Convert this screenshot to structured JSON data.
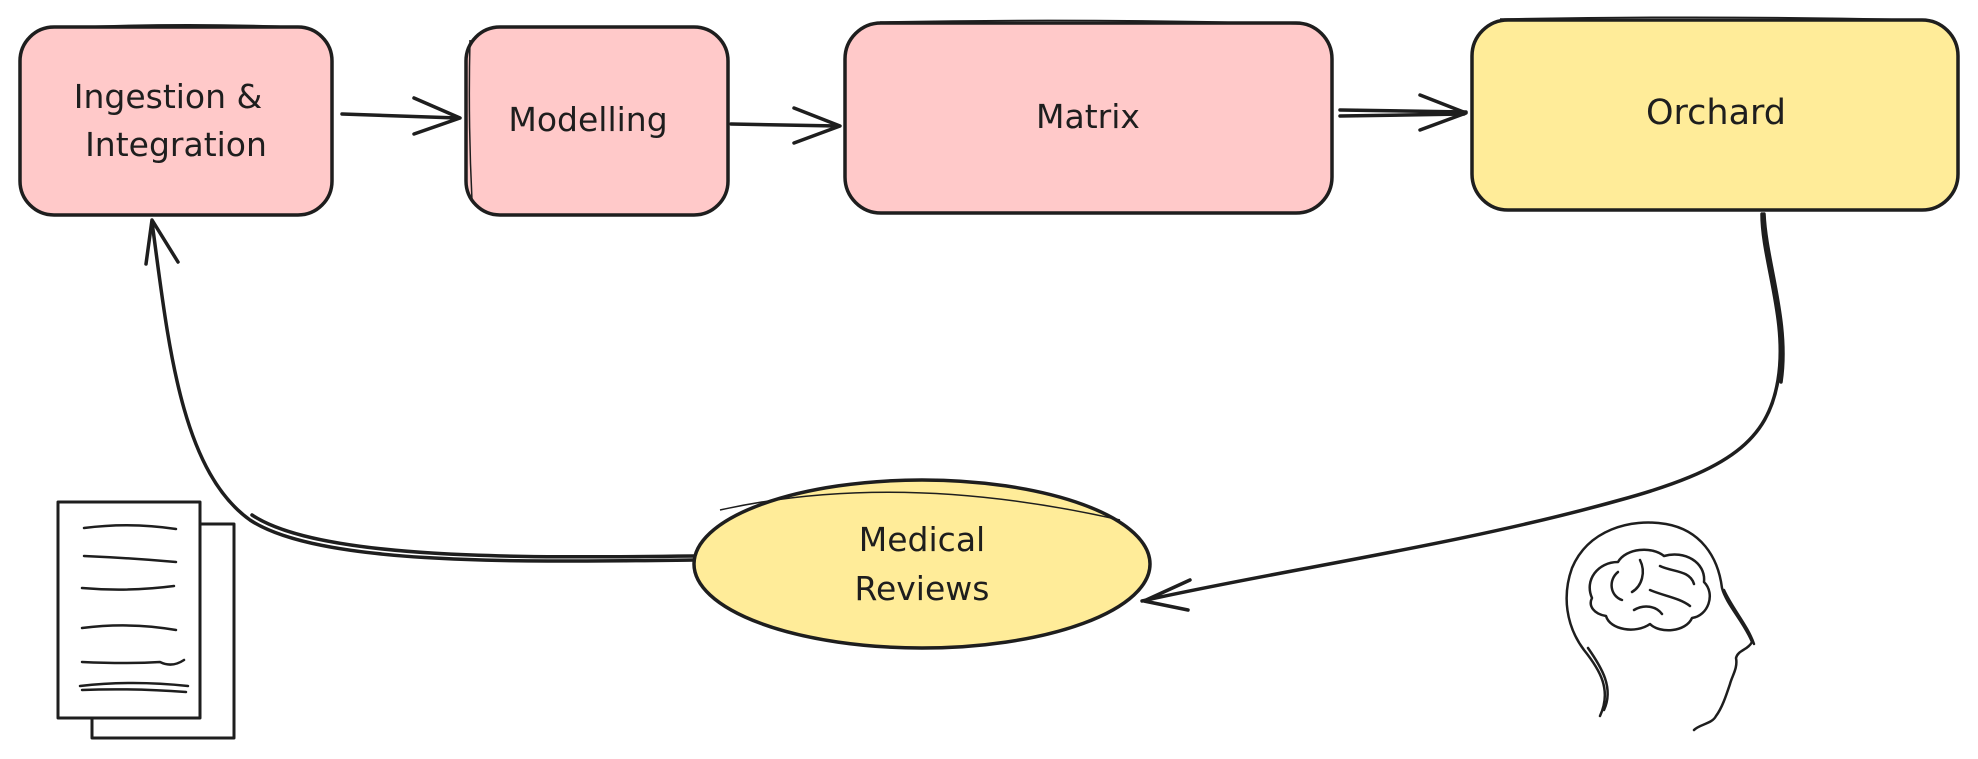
{
  "diagram": {
    "nodes": {
      "ingestion": {
        "line1": "Ingestion &",
        "line2": "Integration"
      },
      "modelling": {
        "label": "Modelling"
      },
      "matrix": {
        "label": "Matrix"
      },
      "orchard": {
        "label": "Orchard"
      },
      "medical_reviews": {
        "line1": "Medical",
        "line2": "Reviews"
      }
    },
    "icons": [
      "documents-icon",
      "brain-head-icon"
    ]
  },
  "colors": {
    "pink_fill": "#ffc9c9",
    "yellow_fill": "#ffec99",
    "stroke": "#1e1e1e"
  }
}
